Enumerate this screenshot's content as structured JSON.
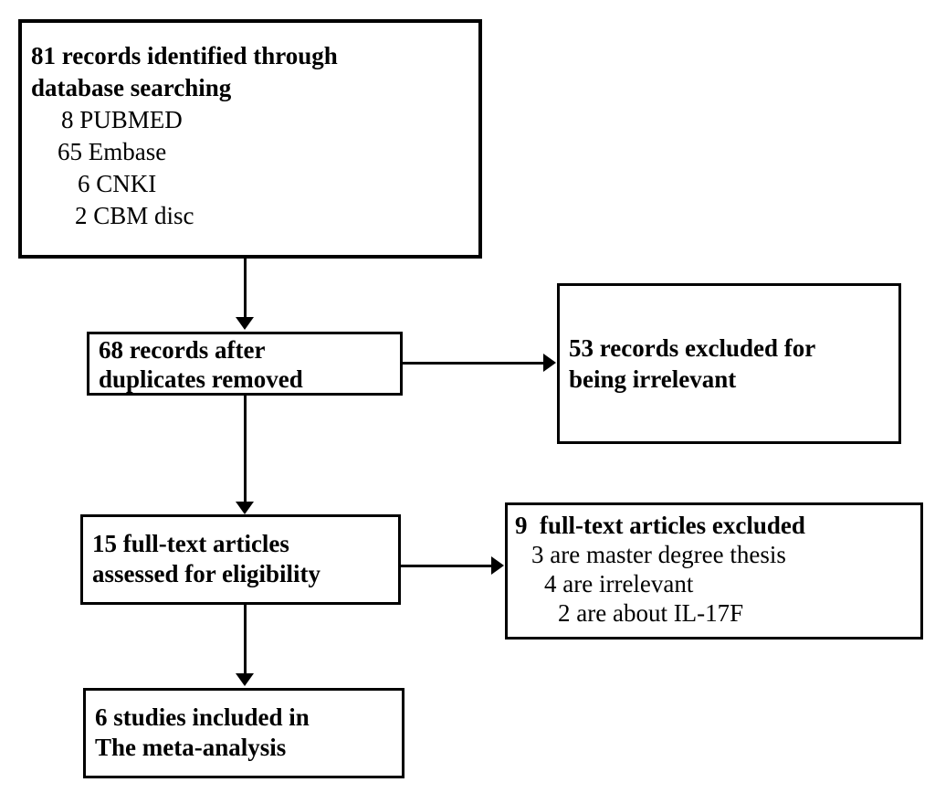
{
  "colors": {
    "text": "#000000",
    "border": "#000000",
    "background": "#ffffff"
  },
  "boxes": {
    "identification": {
      "title": "81 records identified through database searching",
      "title_lines": [
        "81 records identified through",
        "database searching"
      ],
      "items": [
        "8 PUBMED",
        "65 Embase",
        "6 CNKI",
        "2 CBM disc"
      ]
    },
    "duplicates_removed": {
      "title": "68 records after duplicates removed",
      "title_lines": [
        "68 records after",
        "duplicates removed"
      ]
    },
    "irrelevant_excluded": {
      "title": "53 records excluded for being irrelevant",
      "title_lines": [
        "53 records excluded for",
        "being irrelevant"
      ]
    },
    "fulltext_assessed": {
      "title": "15 full-text articles assessed for eligibility",
      "title_lines": [
        "15 full-text articles",
        "assessed for eligibility"
      ]
    },
    "fulltext_excluded": {
      "title": "9  full-text articles excluded",
      "items": [
        "3 are master degree thesis",
        "4 are irrelevant",
        "2 are about IL-17F"
      ]
    },
    "included": {
      "title": "6 studies included in The meta-analysis",
      "title_lines": [
        "6 studies included in",
        "The meta-analysis"
      ]
    }
  }
}
